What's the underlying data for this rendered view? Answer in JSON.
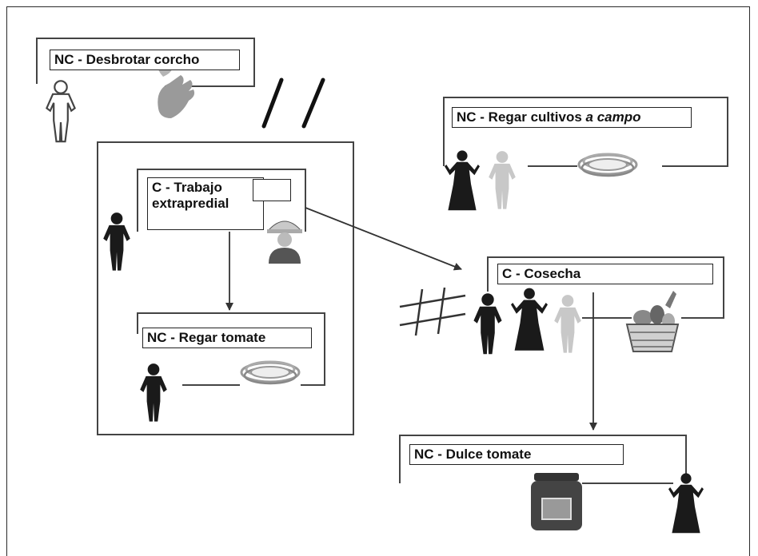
{
  "nodes": {
    "desbrotar": {
      "text": "NC - Desbrotar corcho"
    },
    "regar_campo": {
      "text": "NC - Regar cultivos ",
      "emphasis": "a campo"
    },
    "trabajo": {
      "line1": "C - Trabajo",
      "line2": "extrapredial"
    },
    "cosecha": {
      "text": "C - Cosecha"
    },
    "regar_tomate": {
      "text": "NC - Regar tomate"
    },
    "dulce": {
      "text": "NC - Dulce tomate"
    }
  },
  "actors": {
    "man": "#1a1a1a",
    "man_outline": "#ffffff",
    "woman": "#1a1a1a",
    "absent_member": "#c8c8c8"
  },
  "icons": [
    "leaf-hand-icon",
    "hose-icon",
    "hardhat-worker-icon",
    "basket-icon",
    "jar-icon",
    "slash-marks-icon",
    "hash-mark-icon"
  ]
}
